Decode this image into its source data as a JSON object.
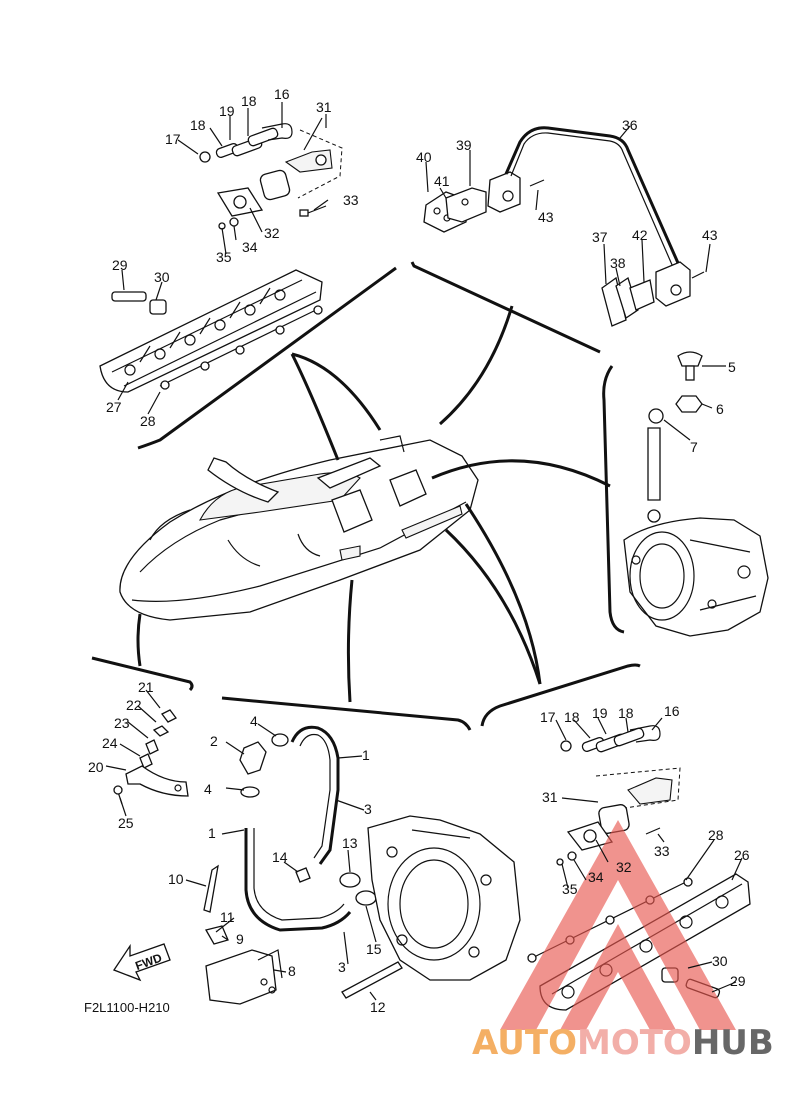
{
  "diagram_code": "F2L1100-H210",
  "fwd_label": "FWD",
  "watermark": {
    "part1": "AUTO",
    "part2": "MOTO",
    "part3": "HUB",
    "colors": {
      "auto": "#f3a24a",
      "moto": "#f0a09a",
      "hub": "#4d4d4d",
      "triangle": "#e8574f"
    }
  },
  "callouts": {
    "c1a": "1",
    "c1b": "1",
    "c2": "2",
    "c3a": "3",
    "c3b": "3",
    "c4a": "4",
    "c4b": "4",
    "c5": "5",
    "c6": "6",
    "c7": "7",
    "c8": "8",
    "c9": "9",
    "c10": "10",
    "c11": "11",
    "c12": "12",
    "c13": "13",
    "c14": "14",
    "c15": "15",
    "c16a": "16",
    "c16b": "16",
    "c17a": "17",
    "c17b": "17",
    "c18a": "18",
    "c18b": "18",
    "c18c": "18",
    "c18d": "18",
    "c19a": "19",
    "c19b": "19",
    "c20": "20",
    "c21": "21",
    "c22": "22",
    "c23": "23",
    "c24": "24",
    "c25": "25",
    "c26": "26",
    "c27": "27",
    "c28a": "28",
    "c28b": "28",
    "c29a": "29",
    "c29b": "29",
    "c30a": "30",
    "c30b": "30",
    "c31a": "31",
    "c31b": "31",
    "c32a": "32",
    "c32b": "32",
    "c33a": "33",
    "c33b": "33",
    "c34a": "34",
    "c34b": "34",
    "c35a": "35",
    "c35b": "35",
    "c36": "36",
    "c37": "37",
    "c38": "38",
    "c39": "39",
    "c40": "40",
    "c41": "41",
    "c42": "42",
    "c43a": "43",
    "c43b": "43"
  }
}
